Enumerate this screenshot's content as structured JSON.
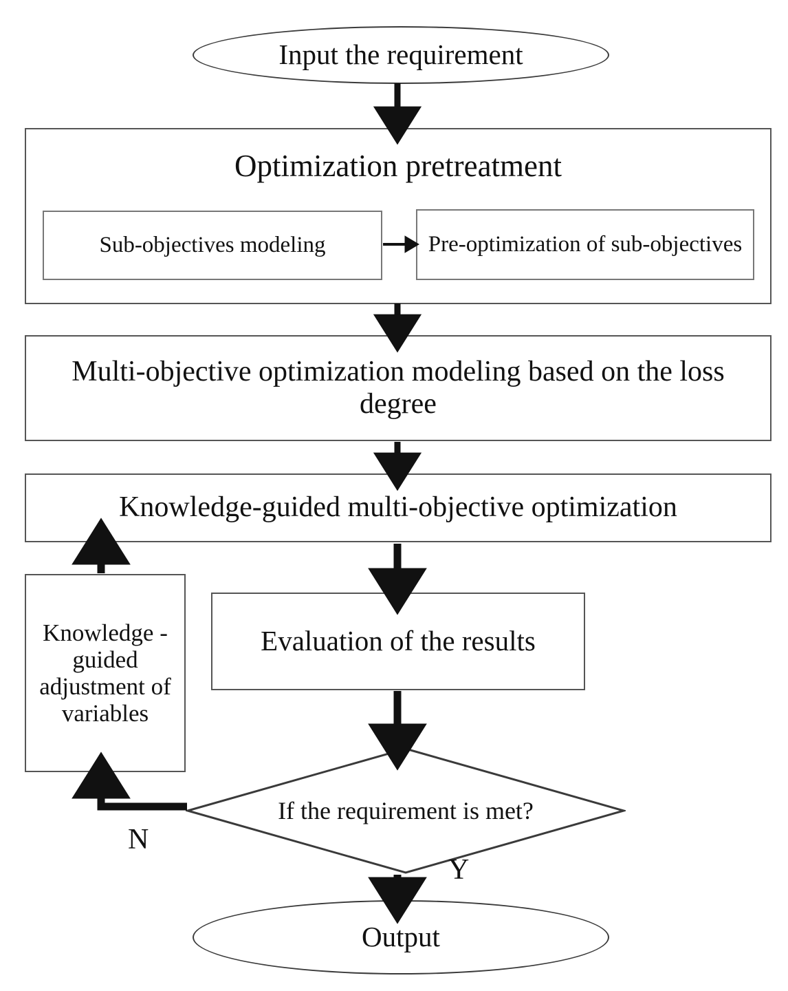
{
  "diagram": {
    "title": "Optimization workflow flowchart",
    "stroke_color": "#3a3a3a",
    "box_border_color": "#555555",
    "text_color": "#111111",
    "background": "#ffffff"
  },
  "nodes": {
    "input": {
      "label": "Input the requirement",
      "shape": "ellipse"
    },
    "pretreatment": {
      "label": "Optimization pretreatment",
      "shape": "rect-container"
    },
    "subobjectives_modeling": {
      "label": "Sub-objectives modeling",
      "shape": "rect"
    },
    "preoptimization": {
      "label": "Pre-optimization of sub-objectives",
      "shape": "rect"
    },
    "multiobjective_modeling": {
      "label": "Multi-objective optimization modeling based on the loss degree",
      "shape": "rect"
    },
    "knowledge_optimization": {
      "label": "Knowledge-guided multi-objective optimization",
      "shape": "rect"
    },
    "adjustment": {
      "label": "Knowledge -guided adjustment of variables",
      "shape": "rect"
    },
    "evaluation": {
      "label": "Evaluation of the results",
      "shape": "rect"
    },
    "decision": {
      "label": "If the requirement is met?",
      "shape": "diamond"
    },
    "output": {
      "label": "Output",
      "shape": "ellipse"
    }
  },
  "edges": {
    "no_branch_label": "N",
    "yes_branch_label": "Y"
  }
}
